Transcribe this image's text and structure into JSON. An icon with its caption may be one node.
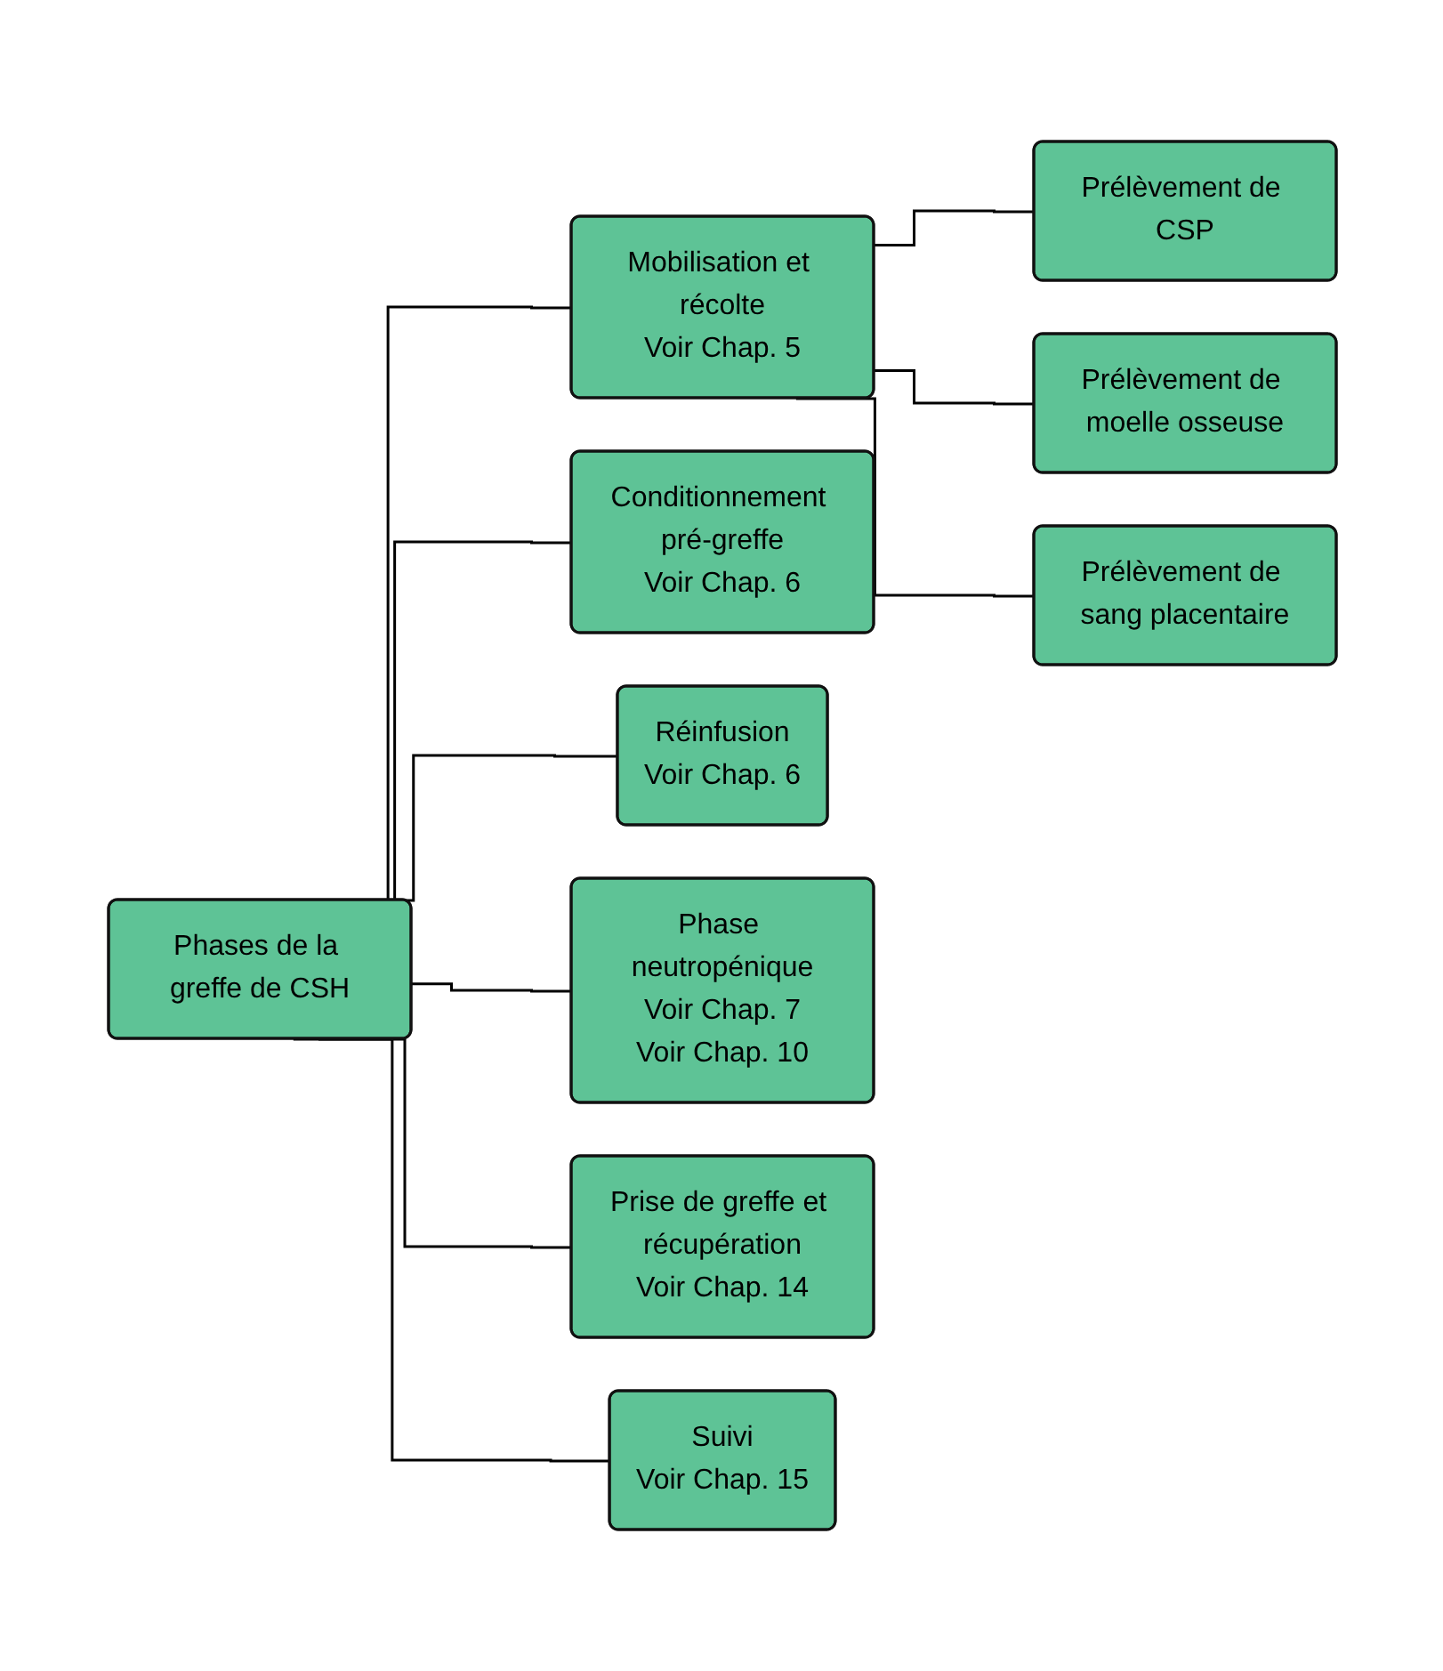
{
  "diagram": {
    "nodes": [
      {
        "text": [
          "Phases de la greffe de CSH"
        ]
      },
      {
        "text": [
          "Mobilisation et récolte",
          "Voir Chap. 5"
        ]
      },
      {
        "text": [
          "Conditionnement pré-greffe",
          "Voir Chap. 6"
        ]
      },
      {
        "text": [
          "Réinfusion",
          "Voir Chap. 6"
        ]
      },
      {
        "text": [
          "Phase neutropénique",
          "Voir Chap. 7",
          "Voir Chap. 10"
        ]
      },
      {
        "text": [
          "Prise de greffe et récupération",
          "Voir Chap. 14"
        ]
      },
      {
        "text": [
          "Suivi",
          "Voir Chap. 15"
        ]
      },
      {
        "text": [
          "Prélèvement de CSP"
        ]
      },
      {
        "text": [
          "Prélèvement de moelle osseuse"
        ]
      },
      {
        "text": [
          "Prélèvement de sang placentaire"
        ]
      }
    ],
    "edges": [
      {
        "from": 0,
        "to": 1,
        "arrow": "none"
      },
      {
        "from": 0,
        "to": 2,
        "arrow": "none"
      },
      {
        "from": 0,
        "to": 3,
        "arrow": "none"
      },
      {
        "from": 0,
        "to": 4,
        "arrow": "none"
      },
      {
        "from": 0,
        "to": 5,
        "arrow": "none"
      },
      {
        "from": 0,
        "to": 6,
        "arrow": "none"
      },
      {
        "from": 1,
        "to": 7,
        "arrow": "none"
      },
      {
        "from": 1,
        "to": 8,
        "arrow": "none"
      },
      {
        "from": 1,
        "to": 9,
        "arrow": "none"
      }
    ]
  }
}
